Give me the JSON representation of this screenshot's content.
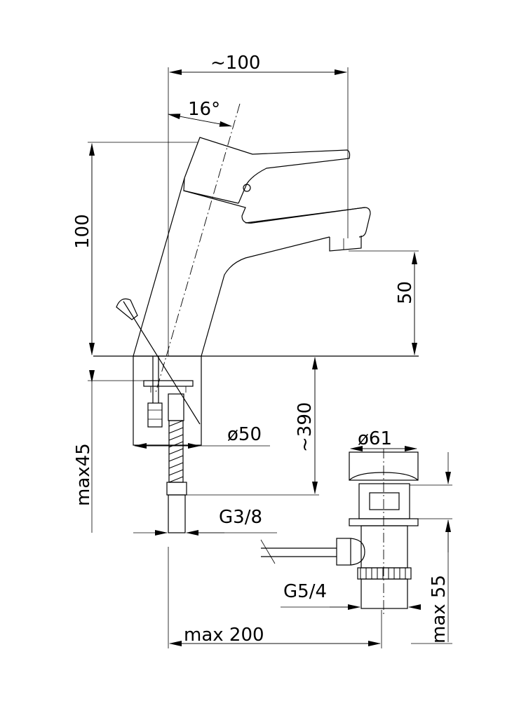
{
  "dimensions": {
    "width_top": "~100",
    "angle": "16°",
    "height_total": "100",
    "spout_height": "50",
    "mount_max": "max45",
    "hose_length": "~390",
    "hole_diameter": "ø50",
    "thread_inlet": "G3/8",
    "waste_diameter": "ø61",
    "waste_thread": "G5/4",
    "waste_max": "max 55",
    "reach_max": "max 200"
  },
  "colors": {
    "line": "#000000",
    "background": "#ffffff"
  }
}
